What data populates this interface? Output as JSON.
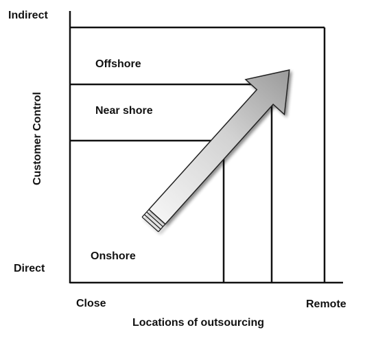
{
  "axes": {
    "y_title": "Customer Control",
    "y_top_label": "Indirect",
    "y_bottom_label": "Direct",
    "x_title": "Locations of outsourcing",
    "x_left_label": "Close",
    "x_right_label": "Remote"
  },
  "regions": {
    "offshore": "Offshore",
    "near_shore": "Near shore",
    "onshore": "Onshore"
  },
  "colors": {
    "line": "#111111",
    "arrow_fill_light": "#f2f2f2",
    "arrow_fill_dark": "#9c9c9c"
  }
}
